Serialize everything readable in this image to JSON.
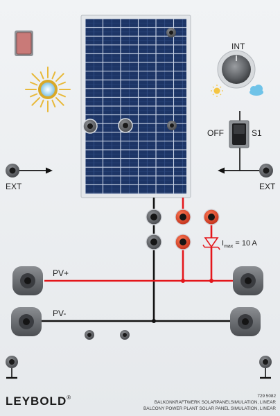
{
  "labels": {
    "ext_left": "EXT",
    "ext_right": "EXT",
    "int": "INT",
    "off": "OFF",
    "s1": "S1",
    "pv_plus": "PV+",
    "pv_minus": "PV-",
    "imax_i": "I",
    "imax_sub": "max",
    "imax_value": " = 10 A"
  },
  "brand": {
    "name": "LEYBOLD",
    "mark": "®"
  },
  "footer": {
    "number": "729 5082",
    "line_de": "BALKONKRAFTWERK SOLARPANELSIMULATION, LINEAR",
    "line_en": "BALCONY POWER PLANT SOLAR PANEL SIMULATION, LINEAR"
  },
  "colors": {
    "wire_black": "#111111",
    "wire_red": "#e4161b",
    "socket_red": "#e8432a",
    "panel_blue": "#1d3566",
    "indicator": "#c97a78"
  }
}
